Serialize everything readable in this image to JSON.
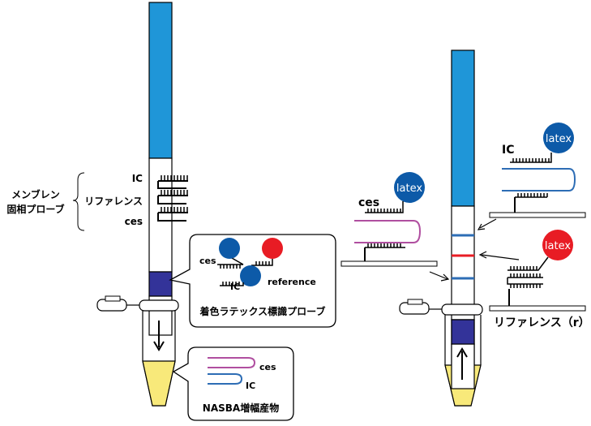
{
  "left": {
    "membrane_label_line1": "メンブレン",
    "membrane_label_line2": "固相プローブ",
    "probe_labels": [
      "IC",
      "リファレンス",
      "ces"
    ],
    "latex_callout": {
      "ces": "ces",
      "ic": "IC",
      "reference": "reference",
      "caption": "着色ラテックス標識プローブ"
    },
    "nasba_callout": {
      "ces": "ces",
      "ic": "IC",
      "caption": "NASBA増幅産物"
    }
  },
  "right": {
    "ces_label": "ces",
    "ic_label": "IC",
    "reference_label": "リファレンス（r）",
    "latex_text": "latex"
  },
  "colors": {
    "strip_blue": "#1f96d8",
    "conjugate_pad": "#333399",
    "sample_yellow": "#f8e97a",
    "bead_blue": "#0d5aa8",
    "bead_red": "#e81c24",
    "ces_line": "#b04fa0",
    "ic_line": "#2d6db5",
    "ref_line": "#e81c24"
  }
}
